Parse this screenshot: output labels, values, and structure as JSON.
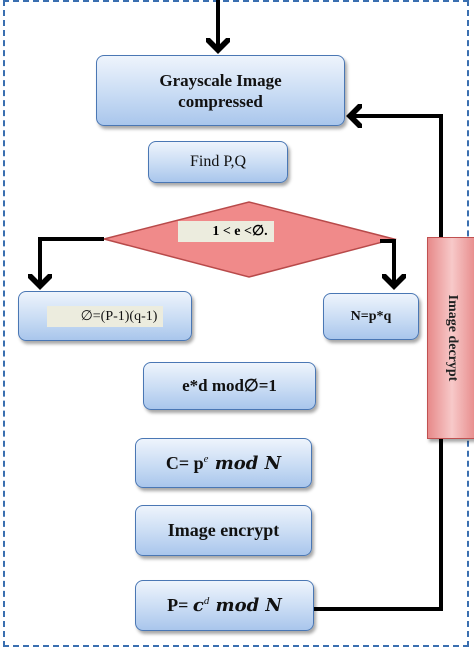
{
  "boxes": {
    "grayscale_line1": "Grayscale Image",
    "grayscale_line2": "compressed",
    "find_pq": "Find P,Q",
    "condition": "1 < e <∅.",
    "phi": "∅=(P-1)(q-1)",
    "n": "N=p*q",
    "ed": "e*d mod∅=1",
    "c_prefix": "C= p",
    "c_exp": "e",
    "c_suffix": " mod N",
    "encrypt": "Image encrypt",
    "p_prefix": "P= ",
    "p_base": "c",
    "p_exp": "d",
    "p_suffix": " mod N"
  },
  "side_label": "Image decrypt",
  "colors": {
    "box_border": "#4a77b4",
    "box_fill": "#c9dcf4",
    "diamond_fill": "#f08a8a",
    "side_fill": "#e78a8a",
    "frame": "#3a6fb0"
  }
}
